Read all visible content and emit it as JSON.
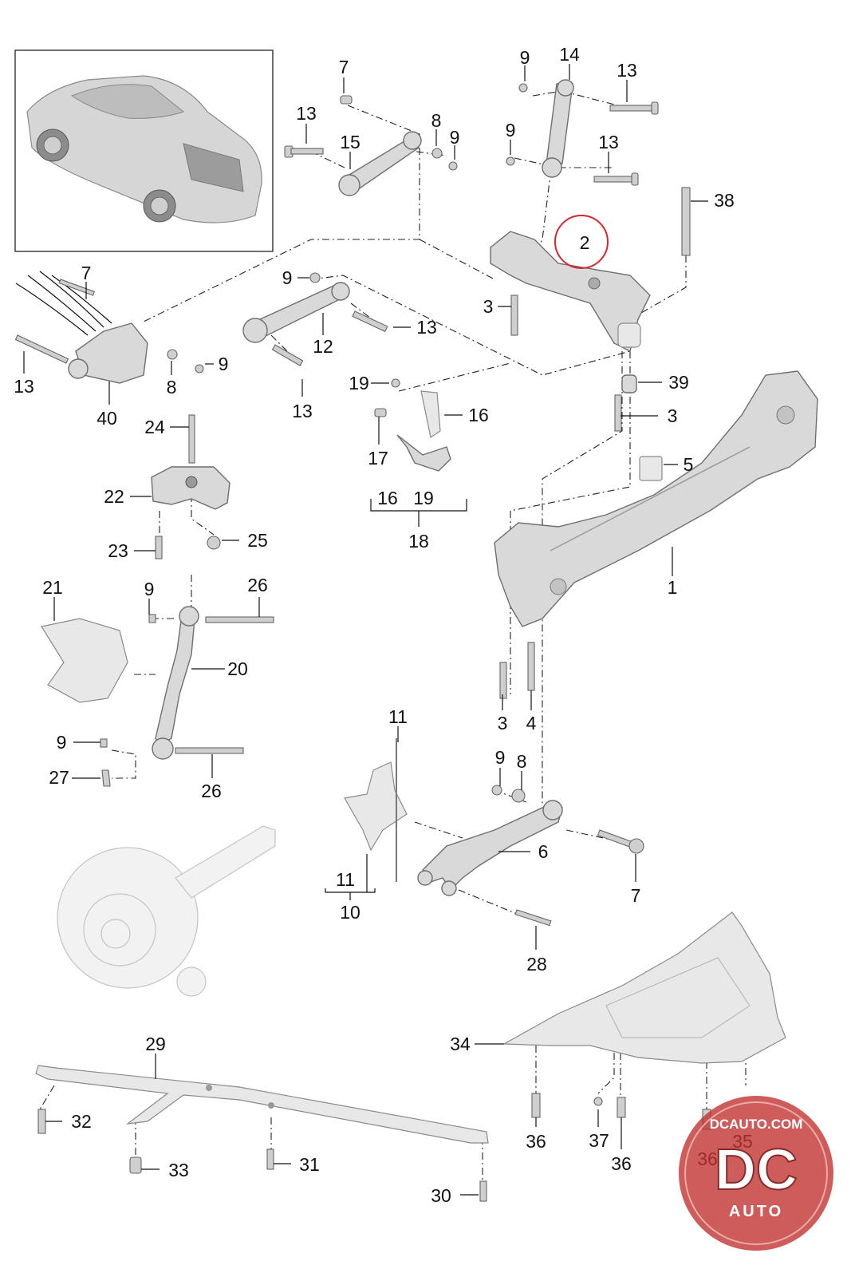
{
  "callouts": [
    {
      "id": "c7a",
      "text": "7"
    },
    {
      "id": "c13a",
      "text": "13"
    },
    {
      "id": "c15",
      "text": "15"
    },
    {
      "id": "c8a",
      "text": "8"
    },
    {
      "id": "c9a",
      "text": "9"
    },
    {
      "id": "c9b",
      "text": "9"
    },
    {
      "id": "c14",
      "text": "14"
    },
    {
      "id": "c13b",
      "text": "13"
    },
    {
      "id": "c9c",
      "text": "9"
    },
    {
      "id": "c13c",
      "text": "13"
    },
    {
      "id": "c38",
      "text": "38"
    },
    {
      "id": "c2",
      "text": "2"
    },
    {
      "id": "c7b",
      "text": "7"
    },
    {
      "id": "c9d",
      "text": "9"
    },
    {
      "id": "c3a",
      "text": "3"
    },
    {
      "id": "c13d",
      "text": "13"
    },
    {
      "id": "c12",
      "text": "12"
    },
    {
      "id": "c13e",
      "text": "13"
    },
    {
      "id": "c8b",
      "text": "8"
    },
    {
      "id": "c9e",
      "text": "9"
    },
    {
      "id": "c40",
      "text": "40"
    },
    {
      "id": "c13f",
      "text": "13"
    },
    {
      "id": "c19",
      "text": "19"
    },
    {
      "id": "c16",
      "text": "16"
    },
    {
      "id": "c17",
      "text": "17"
    },
    {
      "id": "c39",
      "text": "39"
    },
    {
      "id": "c3b",
      "text": "3"
    },
    {
      "id": "c5",
      "text": "5"
    },
    {
      "id": "c24",
      "text": "24"
    },
    {
      "id": "c22",
      "text": "22"
    },
    {
      "id": "c23",
      "text": "23"
    },
    {
      "id": "c25",
      "text": "25"
    },
    {
      "id": "c16b",
      "text": "16"
    },
    {
      "id": "c19b",
      "text": "19"
    },
    {
      "id": "c18",
      "text": "18"
    },
    {
      "id": "c1",
      "text": "1"
    },
    {
      "id": "c21",
      "text": "21"
    },
    {
      "id": "c9f",
      "text": "9"
    },
    {
      "id": "c26a",
      "text": "26"
    },
    {
      "id": "c20",
      "text": "20"
    },
    {
      "id": "c9g",
      "text": "9"
    },
    {
      "id": "c27",
      "text": "27"
    },
    {
      "id": "c26b",
      "text": "26"
    },
    {
      "id": "c3c",
      "text": "3"
    },
    {
      "id": "c4",
      "text": "4"
    },
    {
      "id": "c11a",
      "text": "11"
    },
    {
      "id": "c9h",
      "text": "9"
    },
    {
      "id": "c8c",
      "text": "8"
    },
    {
      "id": "c6",
      "text": "6"
    },
    {
      "id": "c7c",
      "text": "7"
    },
    {
      "id": "c11b",
      "text": "11"
    },
    {
      "id": "c10",
      "text": "10"
    },
    {
      "id": "c28",
      "text": "28"
    },
    {
      "id": "c29",
      "text": "29"
    },
    {
      "id": "c34",
      "text": "34"
    },
    {
      "id": "c32",
      "text": "32"
    },
    {
      "id": "c33",
      "text": "33"
    },
    {
      "id": "c31",
      "text": "31"
    },
    {
      "id": "c36a",
      "text": "36"
    },
    {
      "id": "c37",
      "text": "37"
    },
    {
      "id": "c36b",
      "text": "36"
    },
    {
      "id": "c35",
      "text": "35"
    },
    {
      "id": "c36c",
      "text": "36"
    },
    {
      "id": "c30",
      "text": "30"
    }
  ],
  "highlight": {
    "part": "2",
    "color": "#d9262c"
  },
  "watermark": {
    "site": "DCAUTO.COM",
    "mark": "DC",
    "sub": "AUTO",
    "color": "#c0312f"
  }
}
